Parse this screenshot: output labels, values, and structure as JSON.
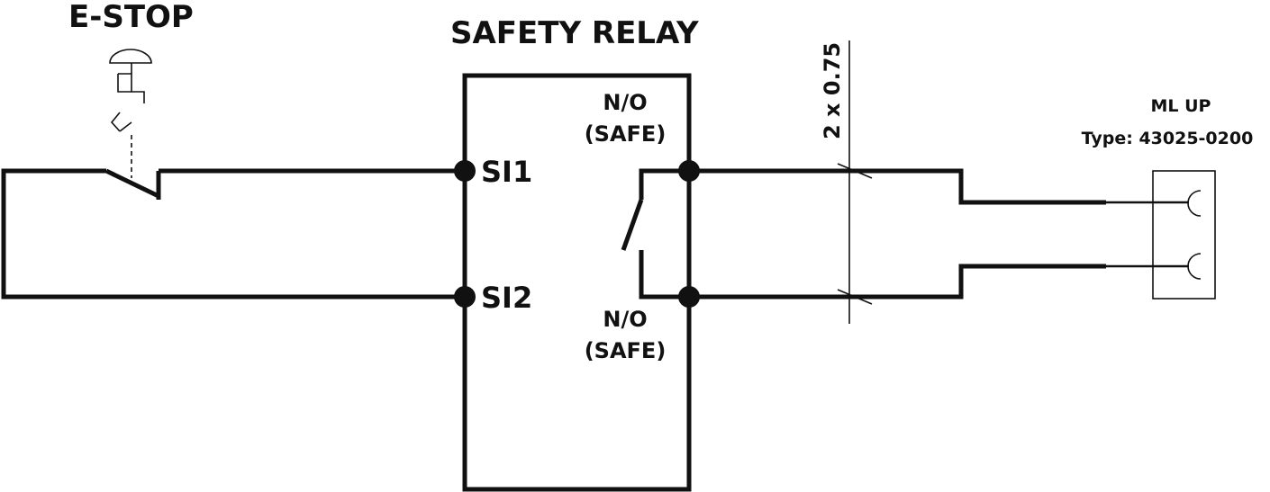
{
  "labels": {
    "estop": "E-STOP",
    "relay": "SAFETY RELAY",
    "si1": "SI1",
    "si2": "SI2",
    "no_top_line1": "N/O",
    "no_top_line2": "(SAFE)",
    "no_bottom_line1": "N/O",
    "no_bottom_line2": "(SAFE)",
    "cable": "2 x 0.75",
    "device_name": "ML UP",
    "device_type": "Type: 43025-0200"
  },
  "colors": {
    "line": "#111111",
    "background": "#ffffff"
  }
}
